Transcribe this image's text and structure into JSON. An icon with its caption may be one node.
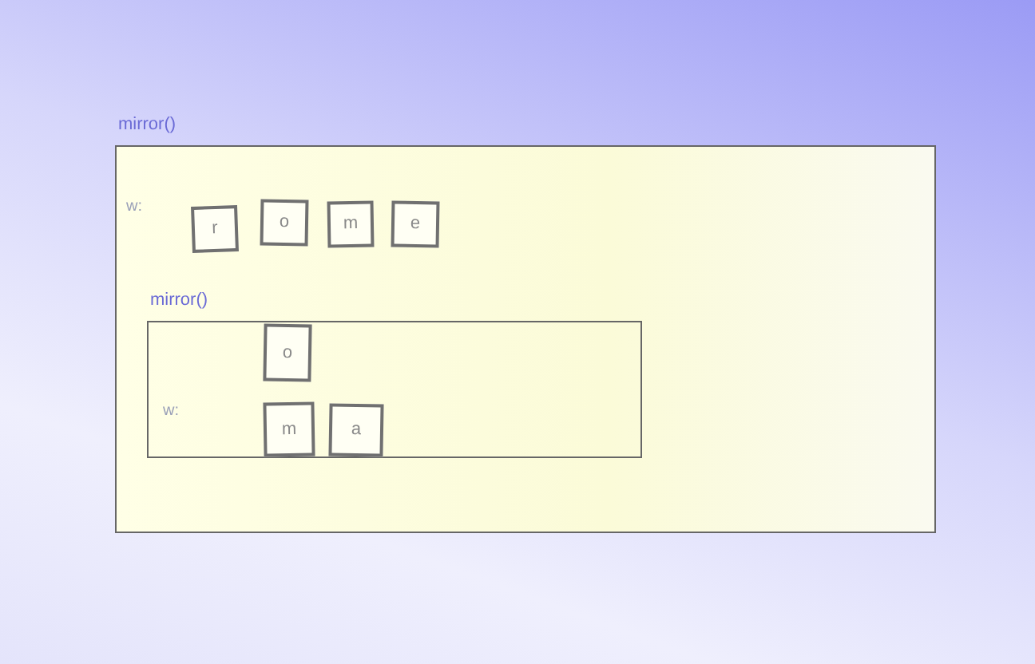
{
  "diagram": {
    "nodes": [
      {
        "text": [
          "mirror()",
          "w:"
        ]
      },
      {
        "text": [
          "r"
        ],
        "in": 0
      },
      {
        "text": [
          "o"
        ],
        "in": 0
      },
      {
        "text": [
          "m"
        ],
        "in": 0
      },
      {
        "text": [
          "e"
        ],
        "in": 0
      },
      {
        "text": [
          "mirror()",
          "w:"
        ],
        "in": 0
      },
      {
        "text": [
          "o"
        ],
        "in": 5
      },
      {
        "text": [
          "m"
        ],
        "in": 5
      },
      {
        "text": [
          "a"
        ],
        "in": 5
      }
    ]
  }
}
